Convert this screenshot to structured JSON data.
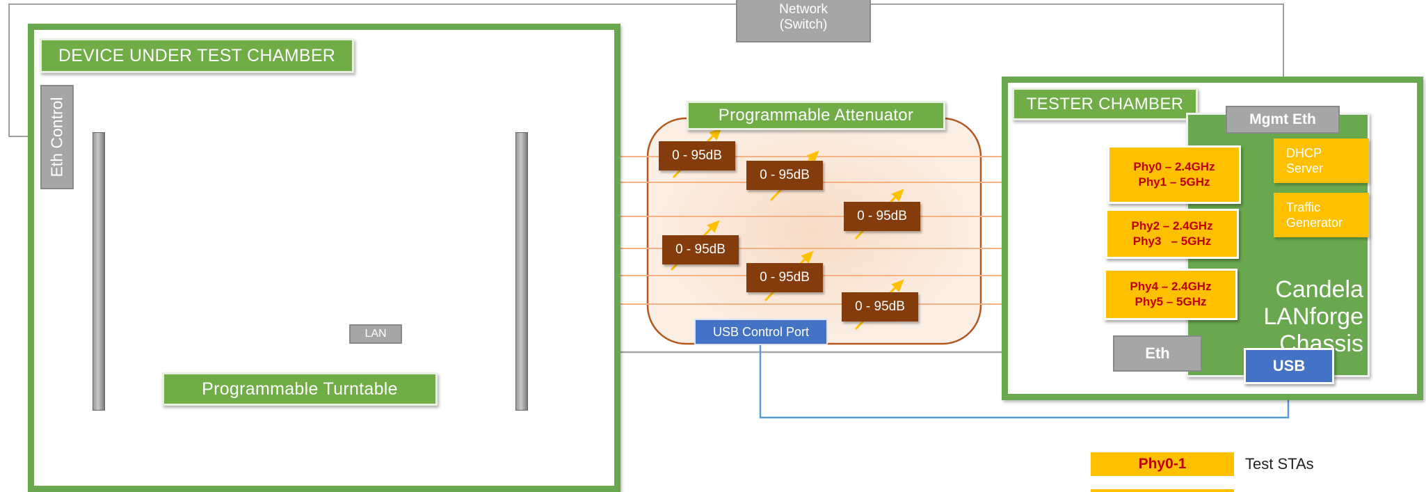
{
  "labels": {
    "network": "Network\n(Switch)",
    "dut_chamber": "DEVICE UNDER TEST CHAMBER",
    "eth_control": "Eth Control",
    "turntable": "Programmable Turntable",
    "lan": "LAN",
    "attenuator": "Programmable Attenuator",
    "usb_control_port": "USB Control Port",
    "tester_chamber": "TESTER CHAMBER",
    "mgmt_eth": "Mgmt Eth",
    "dhcp": "DHCP\nServer",
    "traffic": "Traffic\nGenerator",
    "chassis": "Candela\nLANforge\nChassis",
    "eth": "Eth",
    "usb": "USB"
  },
  "attenuators": [
    "0 - 95dB",
    "0 - 95dB",
    "0 - 95dB",
    "0 - 95dB",
    "0 - 95dB",
    "0 - 95dB"
  ],
  "radios": [
    {
      "line1": "Phy0 – 2.4GHz",
      "line2": "Phy1 – 5GHz"
    },
    {
      "line1": "Phy2  – 2.4GHz",
      "line2": "Phy3   – 5GHz"
    },
    {
      "line1": "Phy4 – 2.4GHz",
      "line2": "Phy5 – 5GHz"
    }
  ],
  "legend": [
    {
      "swatch": "Phy0-1",
      "text": "Test STAs"
    }
  ],
  "colors": {
    "green": "#70ad47",
    "gold": "#ffc000",
    "brown": "#843c0c",
    "blue": "#4472c4",
    "red": "#c00000",
    "rf_line": "#f4b183"
  }
}
